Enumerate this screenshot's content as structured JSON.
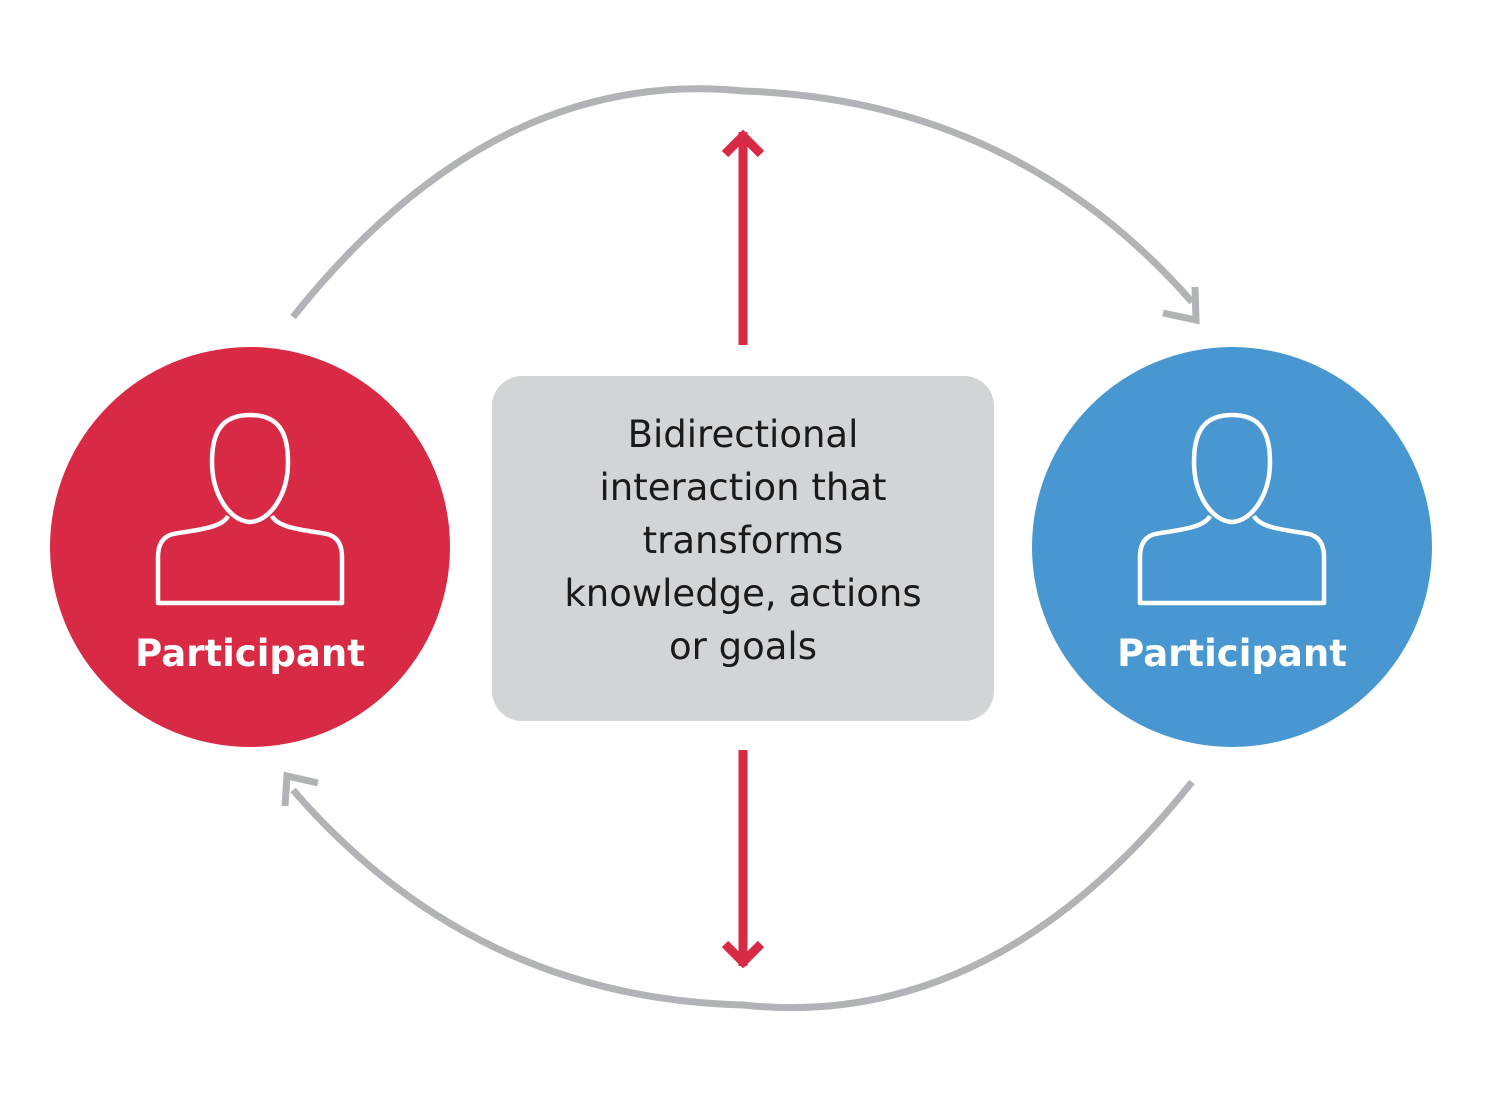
{
  "participants": [
    {
      "label": "Participant",
      "color": "#d92a45",
      "icon": "person-icon"
    },
    {
      "label": "Participant",
      "color": "#4897d1",
      "icon": "person-icon"
    }
  ],
  "center_box": {
    "lines": [
      "Bidirectional",
      "interaction that",
      "transforms",
      "knowledge, actions",
      "or goals"
    ],
    "color": "#d3d4d6"
  },
  "colors": {
    "cycle_arrows": "#b2b3b6",
    "vertical_arrows": "#d92a45"
  }
}
